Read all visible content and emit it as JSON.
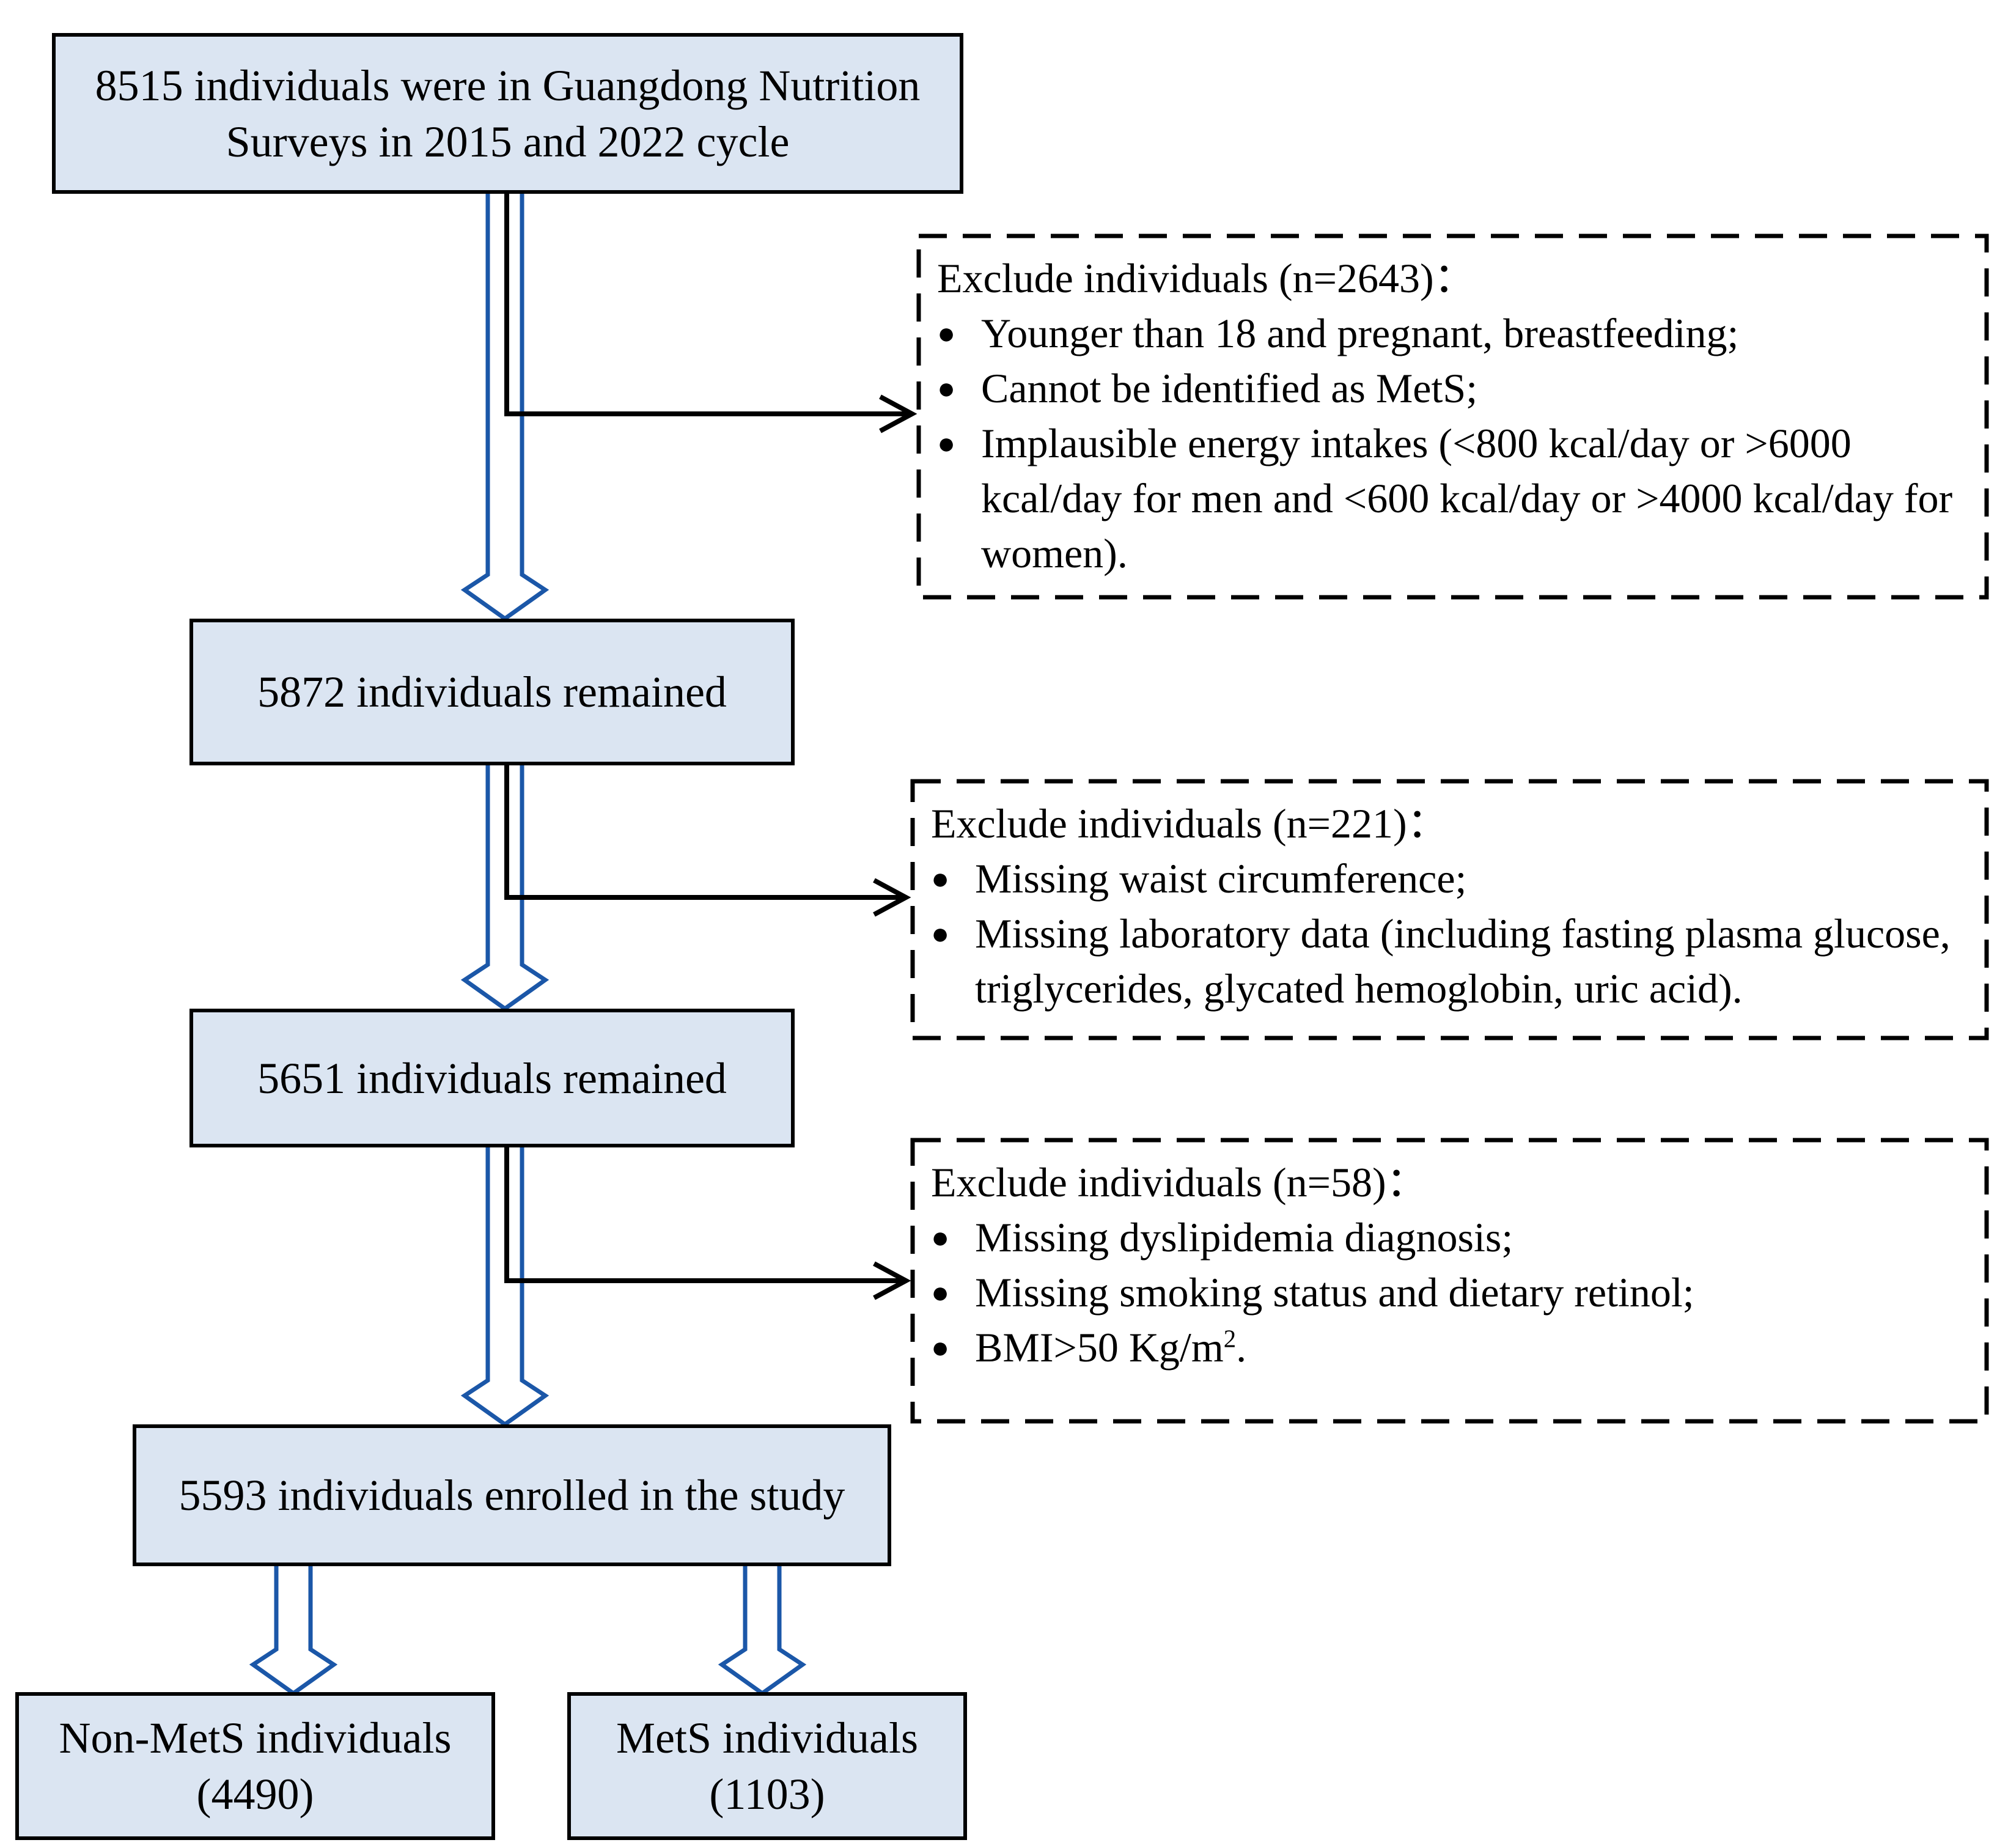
{
  "colors": {
    "box_fill": "#dbe5f2",
    "box_border": "#000000",
    "arrow_blue": "#1b57a8",
    "connector": "#000000",
    "background": "#ffffff",
    "text": "#000000"
  },
  "glyphs": {
    "bullet": "●"
  },
  "boxes": {
    "initial": {
      "text": "8515 individuals were in Guangdong Nutrition Surveys in 2015 and 2022 cycle"
    },
    "remained_5872": {
      "text": "5872 individuals remained"
    },
    "remained_5651": {
      "text": "5651 individuals remained"
    },
    "enrolled": {
      "text": "5593 individuals enrolled in the study"
    },
    "non_mets": {
      "text": "Non-MetS individuals (4490)"
    },
    "mets": {
      "text": "MetS individuals (1103)"
    }
  },
  "exclusions": [
    {
      "title": "Exclude individuals (n=2643)：",
      "bullets": [
        "Younger than 18 and pregnant, breastfeeding;",
        "Cannot be identified as MetS;",
        "Implausible energy intakes (<800 kcal/day or >6000 kcal/day for men and <600 kcal/day or >4000 kcal/day for women)."
      ]
    },
    {
      "title": "Exclude individuals (n=221)：",
      "bullets": [
        "Missing waist circumference;",
        "Missing laboratory data (including fasting plasma glucose, triglycerides, glycated hemoglobin, uric acid)."
      ]
    },
    {
      "title": "Exclude individuals (n=58)：",
      "bullets": [
        "Missing dyslipidemia diagnosis;",
        "Missing smoking status and dietary retinol;"
      ],
      "bmi_bullet": {
        "pre": "BMI>50 Kg/m",
        "sup": "2",
        "post": "."
      }
    }
  ]
}
